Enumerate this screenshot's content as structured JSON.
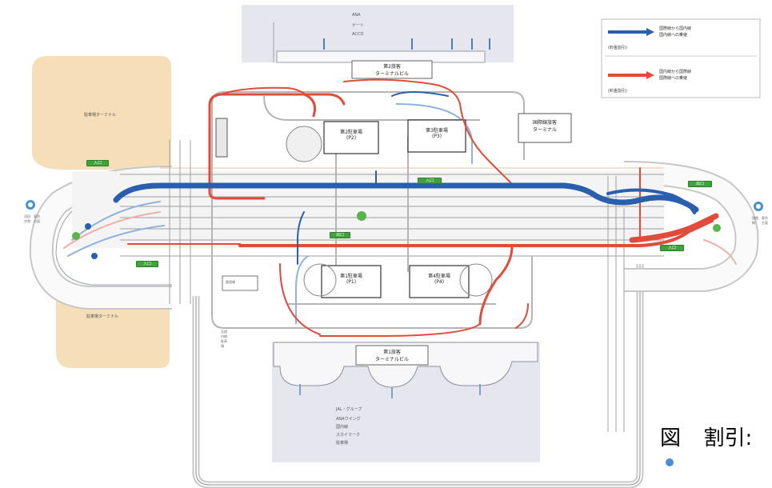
{
  "figure": {
    "caption_prefix": "図",
    "caption_text": "割引:",
    "colors": {
      "blue_route": "#2a5fae",
      "red_route": "#e24a3a",
      "light_route": "#8fb3dd",
      "terminal_fill": "#e6e7ee",
      "parking_fill": "#f5deb8",
      "sign_green": "#3fa23a"
    }
  },
  "legend": {
    "blue": {
      "line1": "国際線から国内線",
      "line2": "国内線への乗継",
      "note": "(料金割引)"
    },
    "red": {
      "line1": "国内線から国際線",
      "line2": "国際線への乗継",
      "note": "(料金割引)"
    }
  },
  "areas": {
    "north_top_a": "ANA",
    "north_top_b": "ゲート",
    "north_top_c": "ACCO",
    "north_terminal_a": "第2旅客",
    "north_terminal_b": "ターミナルビル",
    "south_terminal_a": "第1旅客",
    "south_terminal_b": "ターミナルビル",
    "parking_west_north": "駐車場ターミナル",
    "parking_west_south": "駐車場ターミナル",
    "east_building_a": "国際線旅客",
    "east_building_b": "ターミナル",
    "south_bottom_a": "JAL・グループ",
    "south_bottom_b": "ANAウイング",
    "south_bottom_c": "国内線",
    "south_bottom_d": "スカイマーク",
    "south_bottom_e": "駐車場",
    "west_label_top": "羽田空港",
    "west_label_bottom": "東京方面",
    "east_label_top": "国際線",
    "east_label_bottom": "東京方面",
    "west_structure": "管理棟",
    "vertical_label": "至国内線駐車場"
  },
  "signs": [
    "入口",
    "入口",
    "入口",
    "出口",
    "出口",
    "入口"
  ],
  "parking_blocks": [
    {
      "line1": "第2駐車場",
      "line2": "(P2)"
    },
    {
      "line1": "第3駐車場",
      "line2": "(P3)"
    },
    {
      "line1": "第1駐車場",
      "line2": "(P1)"
    },
    {
      "line1": "第4駐車場",
      "line2": "(P4)"
    }
  ]
}
